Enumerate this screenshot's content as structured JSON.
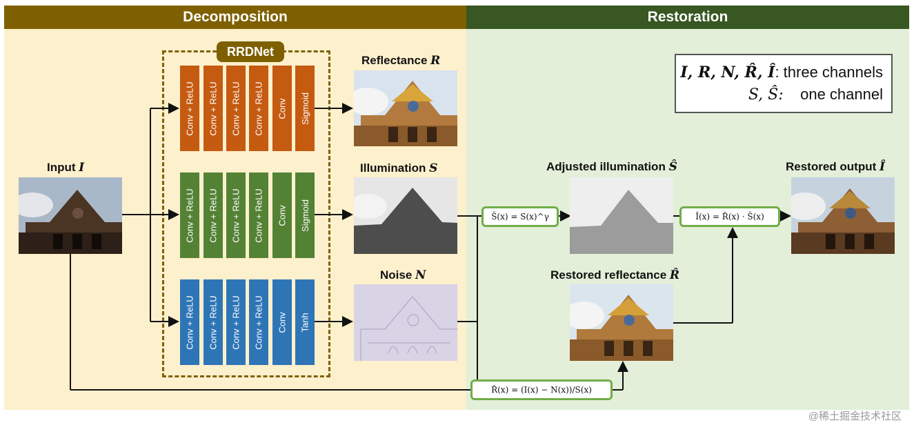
{
  "headers": {
    "left": "Decomposition",
    "right": "Restoration"
  },
  "rrdnet": "RRDNet",
  "branches": [
    {
      "color": "orange",
      "layers": [
        "Conv + ReLU",
        "Conv + ReLU",
        "Conv + ReLU",
        "Conv + ReLU",
        "Conv",
        "Sigmoid"
      ]
    },
    {
      "color": "green",
      "layers": [
        "Conv + ReLU",
        "Conv + ReLU",
        "Conv + ReLU",
        "Conv + ReLU",
        "Conv",
        "Sigmoid"
      ]
    },
    {
      "color": "blue",
      "layers": [
        "Conv + ReLU",
        "Conv + ReLU",
        "Conv + ReLU",
        "Conv + ReLU",
        "Conv",
        "Tanh"
      ]
    }
  ],
  "labels": {
    "input": "Input",
    "input_sym": "I",
    "reflectance": "Reflectance",
    "reflectance_sym": "R",
    "illumination": "Illumination",
    "illumination_sym": "S",
    "noise": "Noise",
    "noise_sym": "N",
    "adjusted": "Adjusted illumination",
    "adjusted_sym": "Ŝ",
    "restored_refl": "Restored reflectance",
    "restored_refl_sym": "R̂",
    "restored_out": "Restored output",
    "restored_out_sym": "Î"
  },
  "equations": {
    "gamma": "Ŝ(x) = S(x)^γ",
    "product": "Î(x) = R̂(x) · Ŝ(x)",
    "reflectance": "R̂(x) = (I(x) − N(x))/S(x)"
  },
  "legend": {
    "line1_syms": "I, R, N, R̂, Î",
    "line1_text": ": three channels",
    "line2_syms": "S, Ŝ:",
    "line2_text": "one channel"
  },
  "watermark": "@稀土掘金技术社区"
}
